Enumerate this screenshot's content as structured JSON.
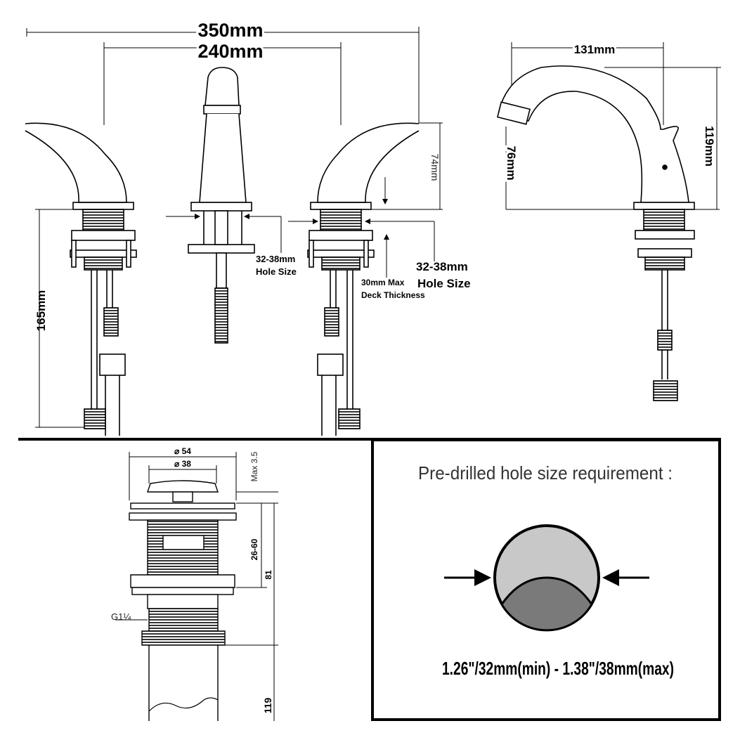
{
  "front_view": {
    "overall_width": "350mm",
    "handle_spacing": "240mm",
    "handle_height": "74mm",
    "total_height": "165mm",
    "spout_hole_size": "32-38mm\nHole Size",
    "handle_hole_size": "32-38mm\nHole Size",
    "deck_thickness": "30mm Max\nDeck Thickness"
  },
  "side_view": {
    "spout_reach": "131mm",
    "spout_height": "119mm",
    "outlet_height": "76mm"
  },
  "drain": {
    "outer_diameter": "⌀ 54",
    "inner_diameter": "⌀ 38",
    "max_height": "Max 3.5",
    "clamp_range": "26-60",
    "body_length": "81",
    "thread": "G1¼",
    "tail_length": "119"
  },
  "hole_requirement": {
    "title": "Pre-drilled hole size requirement :",
    "range": "1.26\"/32mm(min) - 1.38\"/38mm(max)"
  }
}
